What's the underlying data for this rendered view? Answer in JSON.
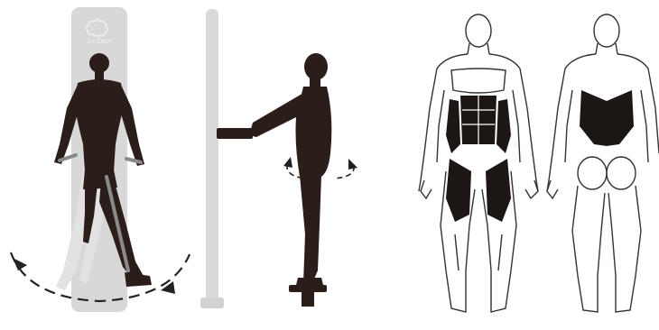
{
  "panels": [
    {
      "id": "twist-front",
      "kind": "silhouette-with-board"
    },
    {
      "id": "twist-side",
      "kind": "silhouette-with-pole"
    },
    {
      "id": "muscles-front",
      "kind": "anatomy-outline"
    },
    {
      "id": "muscles-back",
      "kind": "anatomy-outline"
    }
  ],
  "board_logo_text": "Le Duet",
  "colors": {
    "silhouette": "#2b1e1a",
    "board": "#d8d8d8",
    "pole": "#d9d9d9",
    "ghost": "#e6e6e6",
    "outline": "#333333",
    "highlight": "#1c1715"
  }
}
